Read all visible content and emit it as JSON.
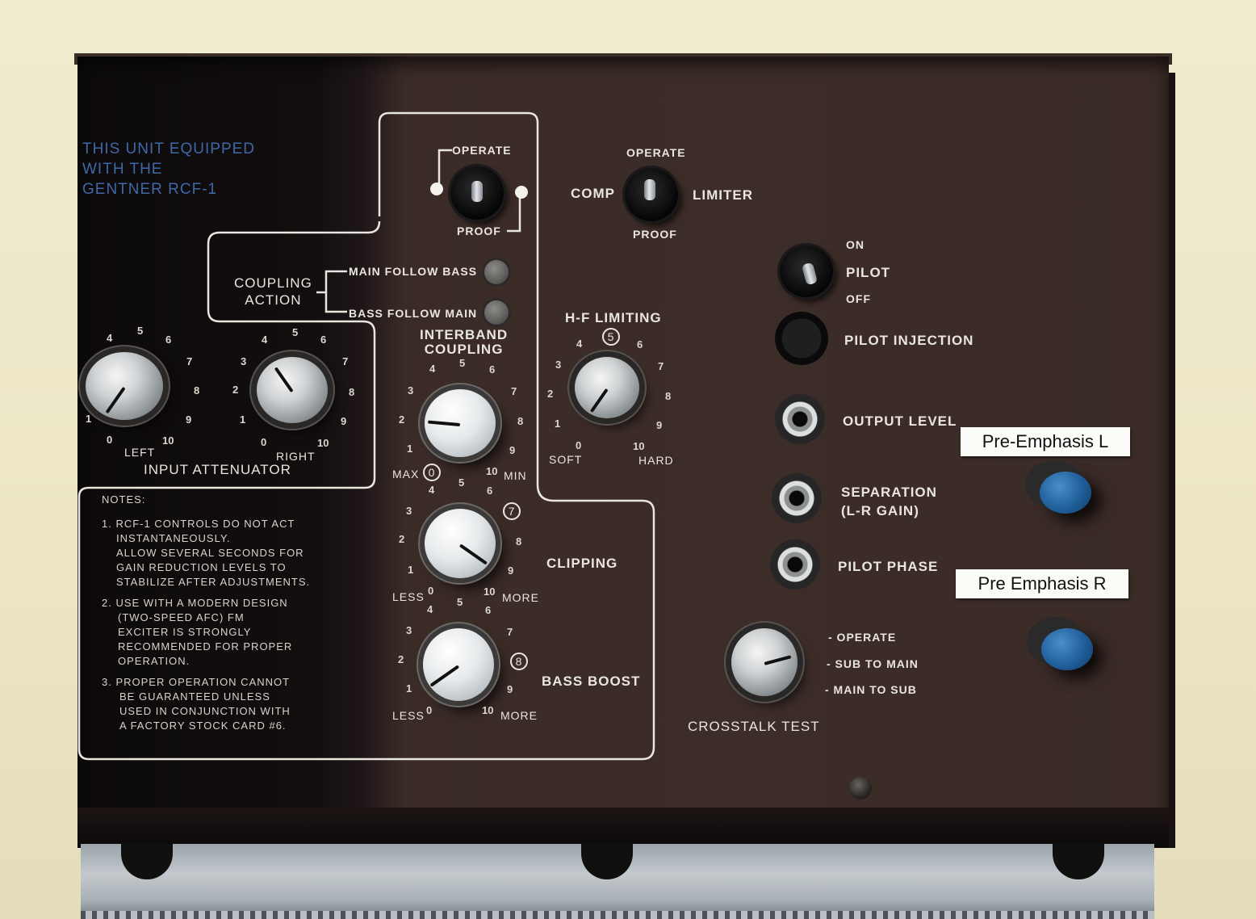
{
  "rcf_label": [
    "THIS UNIT EQUIPPED",
    "WITH THE",
    "GENTNER RCF-1"
  ],
  "operate_proof_switch": {
    "top": "OPERATE",
    "bottom": "PROOF"
  },
  "comp_limiter_switch": {
    "top": "OPERATE",
    "bottom": "PROOF",
    "left": "COMP",
    "right": "LIMITER"
  },
  "pilot_switch": {
    "on": "ON",
    "label": "PILOT",
    "off": "OFF"
  },
  "coupling": {
    "title": [
      "COUPLING",
      "ACTION"
    ],
    "main_follow_bass": "MAIN FOLLOW BASS",
    "bass_follow_main": "BASS FOLLOW MAIN"
  },
  "input_attenuator": {
    "title": "INPUT ATTENUATOR",
    "left": "LEFT",
    "right": "RIGHT",
    "scale": [
      "0",
      "1",
      "2",
      "3",
      "4",
      "5",
      "6",
      "7",
      "8",
      "9",
      "10"
    ]
  },
  "interband": {
    "title": [
      "INTERBAND",
      "COUPLING"
    ],
    "max": "MAX",
    "min": "MIN",
    "marker": "0"
  },
  "clipping": {
    "title": "CLIPPING",
    "less": "LESS",
    "more": "MORE",
    "marker": "7"
  },
  "bass_boost": {
    "title": "BASS BOOST",
    "less": "LESS",
    "more": "MORE",
    "marker": "8"
  },
  "hf_limiting": {
    "title": "H-F LIMITING",
    "soft": "SOFT",
    "hard": "HARD",
    "marker": "5"
  },
  "outputs": {
    "pilot_injection": "PILOT INJECTION",
    "output_level": "OUTPUT LEVEL",
    "separation": [
      "SEPARATION",
      "(L-R GAIN)"
    ],
    "pilot_phase": "PILOT PHASE"
  },
  "crosstalk": {
    "title": "CROSSTALK TEST",
    "options": [
      "- OPERATE",
      "- SUB TO MAIN",
      "- MAIN TO SUB"
    ]
  },
  "tape_labels": {
    "left": "Pre-Emphasis L",
    "right": "Pre Emphasis R"
  },
  "notes": {
    "heading": "NOTES:",
    "lines": [
      "1. RCF-1 CONTROLS DO NOT ACT",
      "INSTANTANEOUSLY.",
      "ALLOW SEVERAL SECONDS FOR",
      "GAIN REDUCTION LEVELS TO",
      "STABILIZE AFTER ADJUSTMENTS.",
      "2. USE WITH A MODERN DESIGN",
      "(TWO-SPEED AFC) FM",
      "EXCITER IS STRONGLY",
      "RECOMMENDED FOR PROPER",
      "OPERATION.",
      "3. PROPER OPERATION CANNOT",
      "BE GUARANTEED UNLESS",
      "USED IN CONJUNCTION WITH",
      "A FACTORY STOCK CARD #6."
    ]
  },
  "colors": {
    "panel": "#3d2d29",
    "blue_text": "#3f68a8",
    "knob_blue": "#1f5e99",
    "case": "#ece6c6"
  }
}
